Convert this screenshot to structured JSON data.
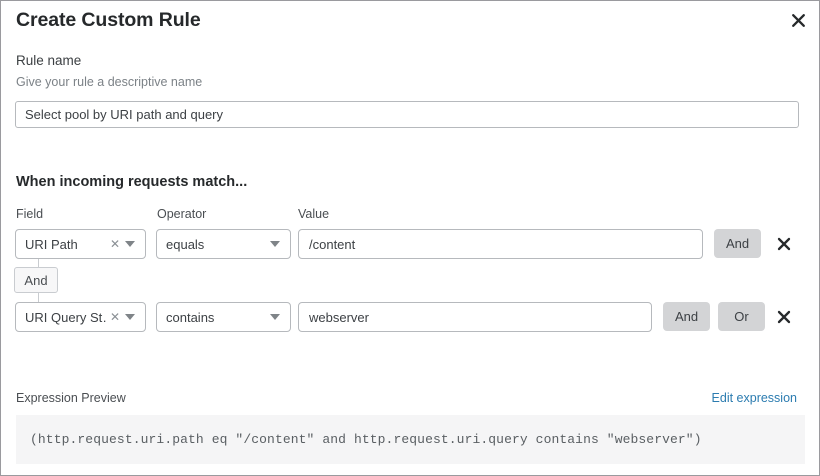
{
  "dialog": {
    "title": "Create Custom Rule",
    "close_icon": "close-icon"
  },
  "rule_name": {
    "label": "Rule name",
    "hint": "Give your rule a descriptive name",
    "value": "Select pool by URI path and query",
    "placeholder": "Select pool by URI path and query"
  },
  "match_section": {
    "heading": "When incoming requests match...",
    "columns": {
      "field": "Field",
      "operator": "Operator",
      "value": "Value"
    },
    "connector": {
      "label": "And"
    },
    "rows": [
      {
        "field": "URI Path",
        "field_clear_icon": "clear-icon",
        "field_chevron_icon": "chevron-down-icon",
        "operator": "equals",
        "operator_chevron_icon": "chevron-down-icon",
        "value": "/content",
        "buttons": [
          "And"
        ],
        "delete_icon": "close-icon"
      },
      {
        "field": "URI Query St…",
        "field_clear_icon": "clear-icon",
        "field_chevron_icon": "chevron-down-icon",
        "operator": "contains",
        "operator_chevron_icon": "chevron-down-icon",
        "value": "webserver",
        "buttons": [
          "And",
          "Or"
        ],
        "delete_icon": "close-icon"
      }
    ]
  },
  "expression_preview": {
    "label": "Expression Preview",
    "edit_link": "Edit expression",
    "code": "(http.request.uri.path eq \"/content\" and http.request.uri.query contains \"webserver\")"
  },
  "colors": {
    "link": "#2c7cb0",
    "button_bg": "#d3d4d6",
    "code_bg": "#f5f5f6",
    "border": "#b6b9bd"
  }
}
